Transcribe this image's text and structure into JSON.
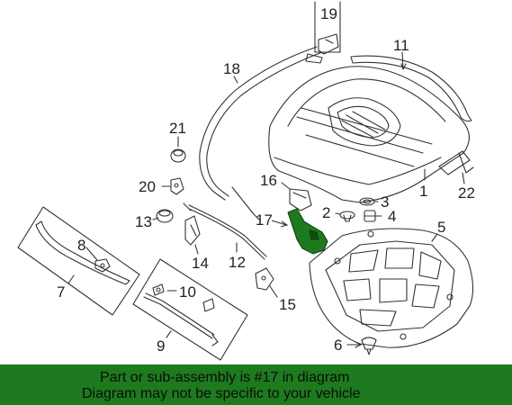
{
  "callouts": {
    "c19": "19",
    "c11": "11",
    "c18": "18",
    "c21": "21",
    "c1": "1",
    "c22": "22",
    "c16": "16",
    "c3": "3",
    "c2": "2",
    "c4": "4",
    "c20": "20",
    "c17": "17",
    "c13": "13",
    "c5": "5",
    "c8": "8",
    "c14": "14",
    "c12": "12",
    "c7": "7",
    "c10": "10",
    "c15": "15",
    "c9": "9",
    "c6": "6"
  },
  "banner": {
    "line1": "Part or sub-assembly is #17 in diagram",
    "line2": "Diagram may not be specific to your vehicle"
  },
  "colors": {
    "highlight_part": "#1e7a1e",
    "banner_background": "#1e7a1e",
    "line_art": "#333333"
  }
}
